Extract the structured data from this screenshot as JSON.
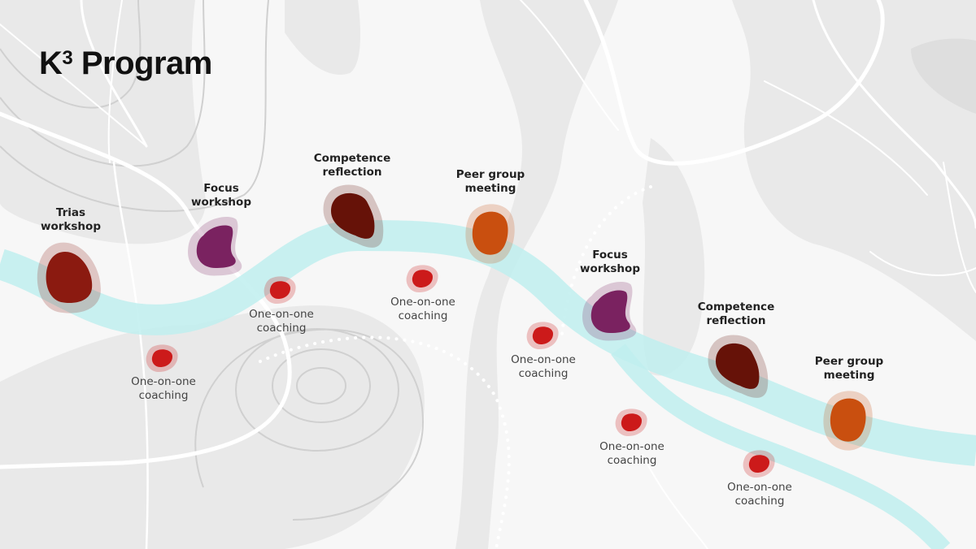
{
  "title": {
    "main": "K",
    "superscript": "3",
    "rest": " Program"
  },
  "colors": {
    "background": "#f7f7f7",
    "land": "#e9e9e9",
    "river": "#bfeeee",
    "trias": "#8b1a10",
    "focus": "#7a2260",
    "competence": "#661208",
    "peer": "#c94f0f",
    "coaching": "#cc1a1a"
  },
  "milestones": [
    {
      "line1": "Trias",
      "line2": "workshop",
      "kind": "trias"
    },
    {
      "line1": "Focus",
      "line2": "workshop",
      "kind": "focus"
    },
    {
      "line1": "Competence",
      "line2": "reflection",
      "kind": "competence"
    },
    {
      "line1": "Peer group",
      "line2": "meeting",
      "kind": "peer"
    },
    {
      "line1": "One-on-one",
      "line2": "coaching",
      "kind": "coaching"
    },
    {
      "line1": "One-on-one",
      "line2": "coaching",
      "kind": "coaching"
    },
    {
      "line1": "One-on-one",
      "line2": "coaching",
      "kind": "coaching"
    },
    {
      "line1": "One-on-one",
      "line2": "coaching",
      "kind": "coaching"
    },
    {
      "line1": "Focus",
      "line2": "workshop",
      "kind": "focus"
    },
    {
      "line1": "Competence",
      "line2": "reflection",
      "kind": "competence"
    },
    {
      "line1": "One-on-one",
      "line2": "coaching",
      "kind": "coaching"
    },
    {
      "line1": "Peer group",
      "line2": "meeting",
      "kind": "peer"
    },
    {
      "line1": "One-on-one",
      "line2": "coaching",
      "kind": "coaching"
    }
  ]
}
